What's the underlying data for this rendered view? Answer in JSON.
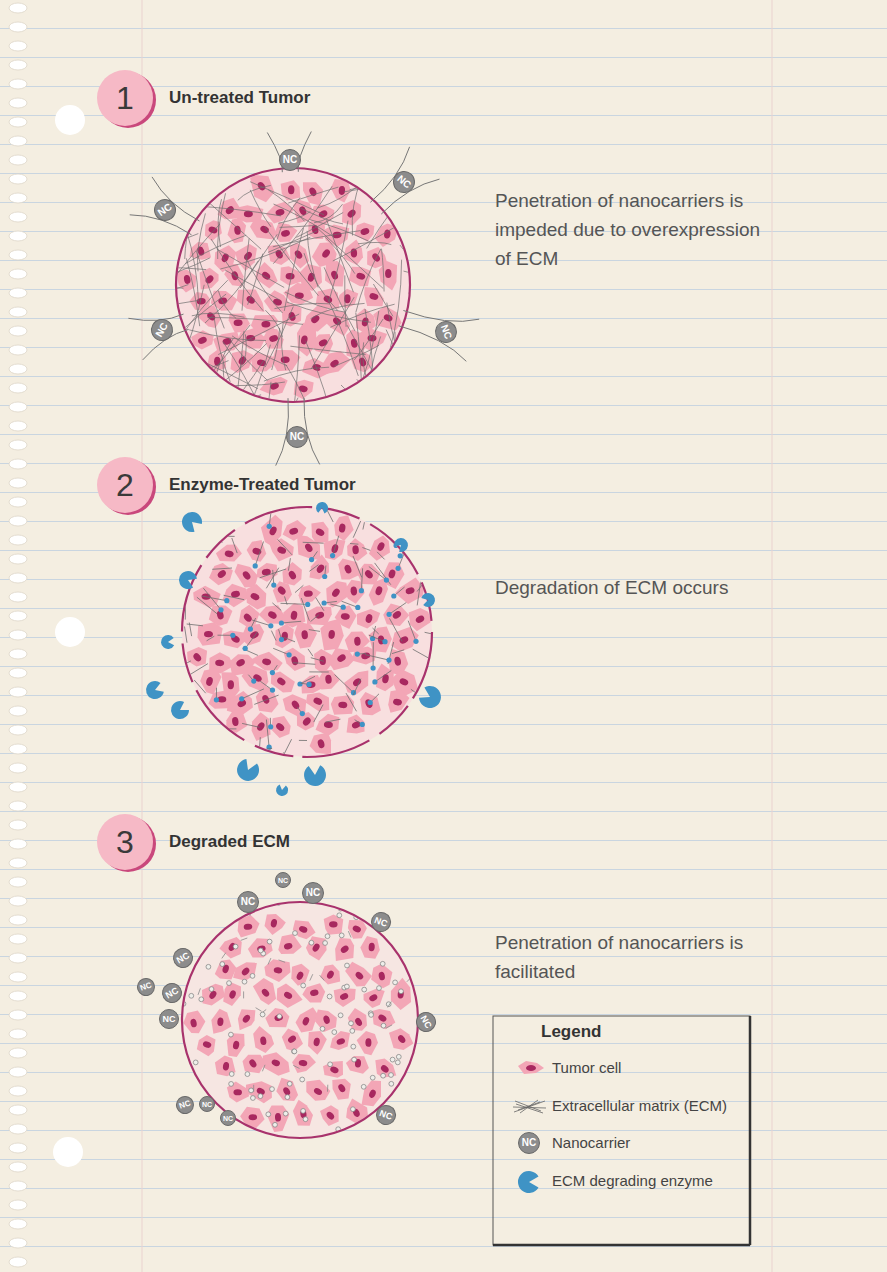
{
  "diagram": {
    "nodes": [
      {
        "text": [
          "1",
          "Un-treated Tumor"
        ]
      },
      {
        "text": [
          "2",
          "Enzyme-Treated Tumor"
        ]
      },
      {
        "text": [
          "3",
          "Degraded ECM"
        ]
      }
    ],
    "labels": [
      "Penetration of nanocarriers is impeded due to overexpression of ECM",
      "Degradation of ECM occurs",
      "Penetration of nanocarriers is facilitated",
      "Legend",
      "NC",
      "NC",
      "NC",
      "NC",
      "NC",
      "NC",
      "NC",
      "NC",
      "NC",
      "NC",
      "NC",
      "NC",
      "NC",
      "NC",
      "NC",
      "NC",
      "NC",
      "NC",
      "NC",
      "NC"
    ],
    "legend": [
      {
        "text": "Tumor cell"
      },
      {
        "text": "Extracellular matrix (ECM)"
      },
      {
        "text": "Nanocarrier"
      },
      {
        "text": "ECM degrading enzyme"
      }
    ]
  }
}
